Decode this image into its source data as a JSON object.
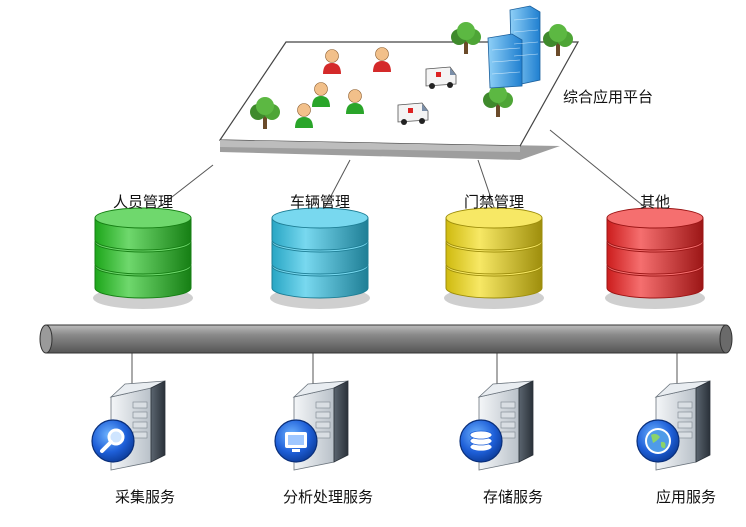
{
  "platform": {
    "label": "综合应用平台"
  },
  "modules": [
    {
      "label": "人员管理",
      "color": "#22c31f"
    },
    {
      "label": "车辆管理",
      "color": "#2fc3e6"
    },
    {
      "label": "门禁管理",
      "color": "#f3db12"
    },
    {
      "label": "其他",
      "color": "#f02222"
    }
  ],
  "services": [
    {
      "label": "采集服务",
      "icon": "magnifier-icon"
    },
    {
      "label": "分析处理服务",
      "icon": "monitor-icon"
    },
    {
      "label": "存储服务",
      "icon": "database-icon"
    },
    {
      "label": "应用服务",
      "icon": "globe-icon"
    }
  ]
}
